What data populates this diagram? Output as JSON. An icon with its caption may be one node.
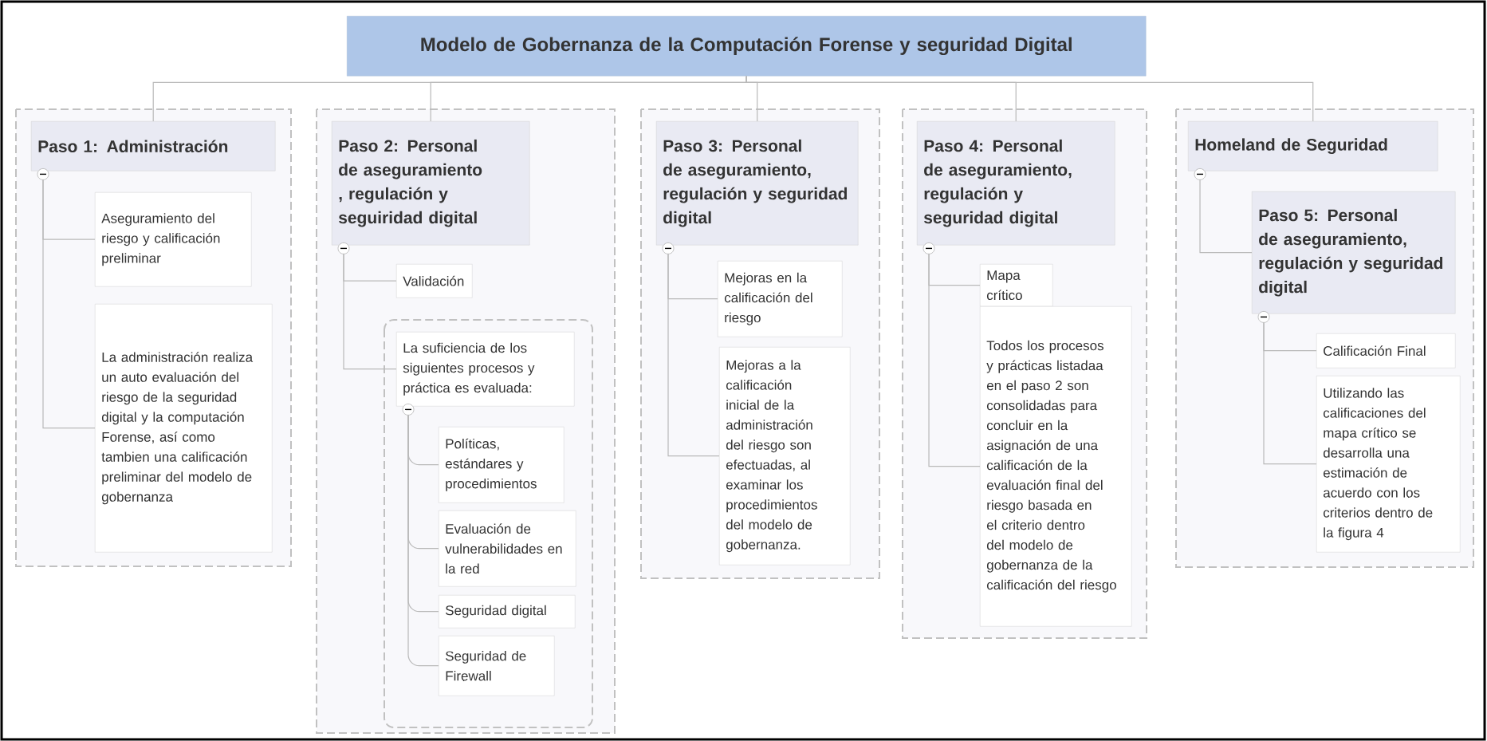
{
  "diagram": {
    "nodes": [
      {
        "text": [
          "Modelo de Gobernanza de la Computación Forense y seguridad Digital"
        ]
      },
      {
        "text": [
          "Paso 1: Administración"
        ]
      },
      {
        "text": [
          "Aseguramiento del riesgo y calificación preliminar"
        ]
      },
      {
        "text": [
          "La administración realiza un auto evaluación del riesgo de la seguridad digital y la computación Forense, así como tambien una calificación preliminar del modelo de gobernanza"
        ]
      },
      {
        "text": [
          "Paso 2: Personal de aseguramiento , regulación y seguiridad digital"
        ]
      },
      {
        "text": [
          "Validación"
        ]
      },
      {
        "text": [
          "La suficiencia de los siguientes procesos y práctica es evaluada:"
        ]
      },
      {
        "text": [
          "Políticas, estándares y procedimientos"
        ]
      },
      {
        "text": [
          "Evaluación de vulnerabilidades en la red"
        ]
      },
      {
        "text": [
          "Seguridad digital"
        ]
      },
      {
        "text": [
          "Seguridad de Firewall"
        ]
      },
      {
        "text": [
          "Paso 3: Personal de aseguramiento, regulación y seguridad digital"
        ]
      },
      {
        "text": [
          "Mejoras en la calificación del riesgo"
        ]
      },
      {
        "text": [
          "Mejoras a la calificación inicial de la administración del riesgo son efectuadas, al examinar los procedimientos del modelo de gobernanza."
        ]
      },
      {
        "text": [
          "Paso 4: Personal de aseguramiento, regulación y seguridad digital"
        ]
      },
      {
        "text": [
          "Mapa crítico"
        ]
      },
      {
        "text": [
          "Todos los procesos y prácticas listadaa en el paso 2 son consolidadas para concluir en la asignación de una calificación de la evaluación final del riesgo basada en el criterio dentro del modelo de gobernanza de la calificación del riesgo"
        ]
      },
      {
        "text": [
          "Homeland de Seguridad"
        ]
      },
      {
        "text": [
          "Paso 5: Personal de aseguramiento, regulación y seguridad digital"
        ]
      },
      {
        "text": [
          "Calificación Final"
        ]
      },
      {
        "text": [
          "Utilizando las calificaciones del mapa crítico se desarrolla una estimación de acuerdo con los criterios dentro de la figura 4"
        ]
      }
    ],
    "edges": [
      {
        "from": 0,
        "to": 1,
        "arrow": "none"
      },
      {
        "from": 0,
        "to": 4,
        "arrow": "none"
      },
      {
        "from": 0,
        "to": 11,
        "arrow": "none"
      },
      {
        "from": 0,
        "to": 14,
        "arrow": "none"
      },
      {
        "from": 0,
        "to": 17,
        "arrow": "none"
      },
      {
        "from": 1,
        "to": 2,
        "arrow": "none"
      },
      {
        "from": 1,
        "to": 3,
        "arrow": "none"
      },
      {
        "from": 4,
        "to": 5,
        "arrow": "none"
      },
      {
        "from": 4,
        "to": 6,
        "arrow": "none"
      },
      {
        "from": 6,
        "to": 7,
        "arrow": "none"
      },
      {
        "from": 6,
        "to": 8,
        "arrow": "none"
      },
      {
        "from": 6,
        "to": 9,
        "arrow": "none"
      },
      {
        "from": 6,
        "to": 10,
        "arrow": "none"
      },
      {
        "from": 11,
        "to": 12,
        "arrow": "none"
      },
      {
        "from": 11,
        "to": 13,
        "arrow": "none"
      },
      {
        "from": 14,
        "to": 15,
        "arrow": "none"
      },
      {
        "from": 14,
        "to": 16,
        "arrow": "none"
      },
      {
        "from": 17,
        "to": 18,
        "arrow": "none"
      },
      {
        "from": 18,
        "to": 19,
        "arrow": "none"
      },
      {
        "from": 18,
        "to": 20,
        "arrow": "none"
      }
    ]
  }
}
